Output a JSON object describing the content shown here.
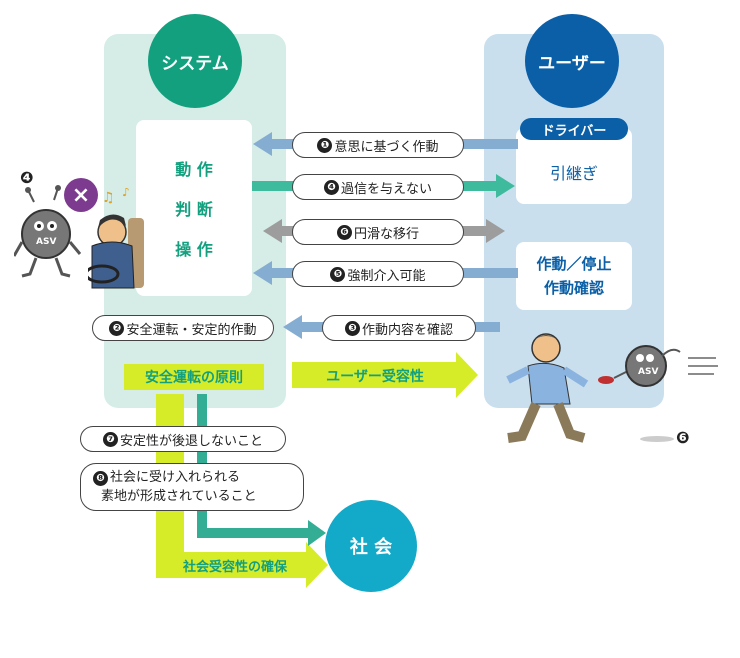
{
  "system": {
    "title": "システム",
    "actions": [
      "動 作",
      "判 断",
      "操 作"
    ]
  },
  "user": {
    "title": "ユーザー",
    "driver_badge": "ドライバー",
    "handover": "引継ぎ",
    "operate_stop_1": "作動／停止",
    "operate_stop_2": "作動確認"
  },
  "flows": [
    {
      "num": "❶",
      "text": "意思に基づく作動"
    },
    {
      "num": "❹",
      "text": "過信を与えない"
    },
    {
      "num": "❻",
      "text": "円滑な移行"
    },
    {
      "num": "❺",
      "text": "強制介入可能"
    },
    {
      "num": "❸",
      "text": "作動内容を確認"
    }
  ],
  "notes": {
    "safe_action": {
      "num": "❷",
      "text": "安全運転・安定的作動"
    },
    "not_regress": {
      "num": "❼",
      "text": "安定性が後退しないこと"
    },
    "social_basis": {
      "num": "❽",
      "line1": "社会に受け入れられる",
      "line2": "素地が形成されていること"
    }
  },
  "labels": {
    "safe_principle": "安全運転の原則",
    "user_acceptance": "ユーザー受容性",
    "social_acceptance": "社会受容性の確保",
    "society": "社 会"
  },
  "illustrations": {
    "marker_left": "❹",
    "marker_right": "❻",
    "asv_badge_left": "ASV",
    "asv_badge_right": "ASV",
    "x_mark": "×"
  },
  "colors": {
    "system_panel": "#d5ede6",
    "user_panel": "#c9dfee",
    "system_circle": "#13a07f",
    "user_circle": "#0a5fa7",
    "society_circle": "#13a9c8",
    "blue_arrow": "#85add2",
    "green_arrow": "#3dbb9c",
    "gray_arrow": "#9d9d9d",
    "lime": "#d7ec28",
    "teal_arrow": "#33ae95"
  }
}
